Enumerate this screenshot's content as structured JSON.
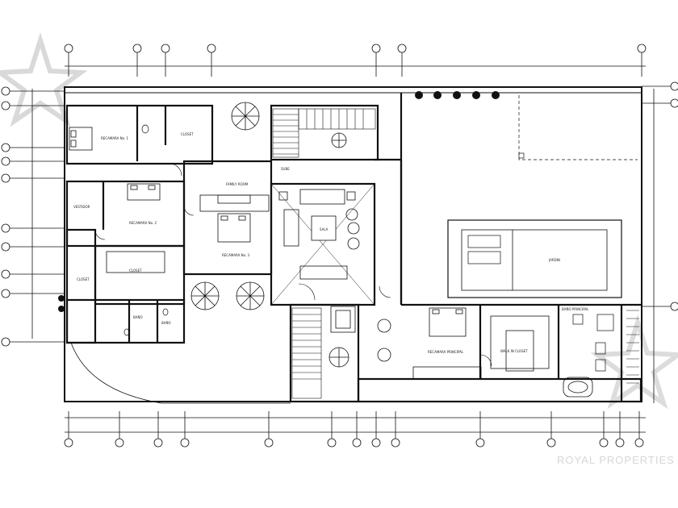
{
  "rooms": {
    "bedroom_1": "RECAMARA No. 1",
    "closet_1": "CLOSET",
    "dressing": "VESTIDOR",
    "bedroom_2": "RECAMARA No. 2",
    "bedroom_3": "RECAMARA No. 3",
    "family_room": "FAMILY ROOM",
    "closet_2": "CLOSET",
    "closet_3": "CLOSET",
    "bath_2": "BAÑO",
    "bath_3": "BAÑO",
    "sala": "SALA",
    "garden": "JARDIN",
    "master_bedroom": "RECAMARA PRINCIPAL",
    "walk_in_closet": "WALK IN CLOSET",
    "master_bath": "BAÑO PRINCIPAL",
    "stair_label": "SUBE"
  },
  "watermark": "ROYAL PROPERTIES",
  "colors": {
    "line": "#111111",
    "dim_line": "#444444",
    "watermark": "#d6d6d6",
    "background": "#ffffff"
  }
}
